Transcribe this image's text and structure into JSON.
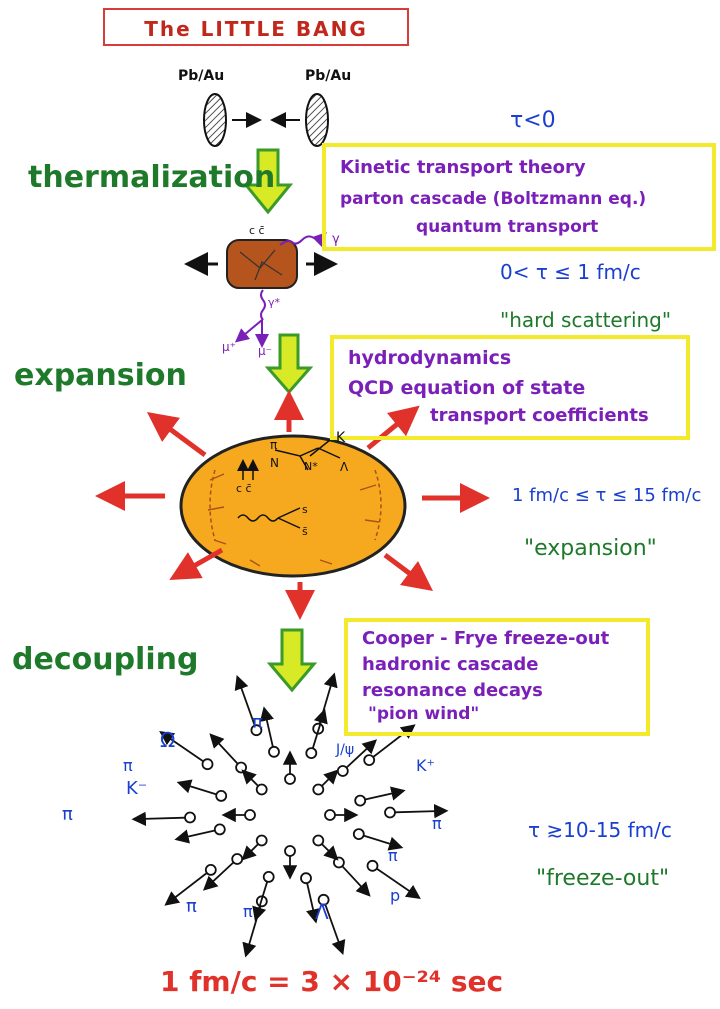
{
  "title": "The LITTLE BANG",
  "nuclei": {
    "left": "Pb/Au",
    "right": "Pb/Au"
  },
  "stages": {
    "thermalization": "thermalization",
    "expansion": "expansion",
    "decoupling": "decoupling"
  },
  "boxes": {
    "box1": [
      "Kinetic transport theory",
      "parton cascade (Boltzmann eq.)",
      "quantum transport"
    ],
    "box2": [
      "hydrodynamics",
      "QCD equation of state",
      "transport coefficients"
    ],
    "box3": [
      "Cooper - Frye freeze-out",
      "hadronic cascade",
      "resonance decays",
      "\"pion wind\""
    ]
  },
  "times": {
    "t1": "τ<0",
    "t2": "0< τ ≤ 1 fm/c",
    "t3": "1 fm/c ≤ τ ≤ 15 fm/c",
    "t4": "τ ≳10-15 fm/c"
  },
  "quotes": {
    "q1": "\"hard scattering\"",
    "q2": "\"expansion\"",
    "q3": "\"freeze-out\""
  },
  "fireball_labels": {
    "c_cbar_top": "c c̄",
    "gamma": "γ",
    "gamma_star": "γ*",
    "mu_plus": "μ⁺",
    "mu_minus": "μ⁻",
    "pi": "π",
    "K": "K",
    "N": "N",
    "N_star": "N*",
    "Lambda": "Λ",
    "c_cbar": "c c̄",
    "s": "s",
    "s_bar": "s̄"
  },
  "particles": {
    "omega": "Ω",
    "pi_top": "π",
    "jpsi": "J/ψ",
    "k_plus": "K⁺",
    "pi_left1": "π",
    "k_minus": "K⁻",
    "pi_left2": "π",
    "pi_right1": "π",
    "pi_right2": "π",
    "pi_bottom1": "π",
    "pi_bottom2": "π",
    "lambda_bar": "Λ̄",
    "p": "p"
  },
  "footer": "1 fm/c  =  3 × 10⁻²⁴ sec",
  "colors": {
    "green": "#1e7a2a",
    "blue": "#1a3fcf",
    "purple": "#7a1fb8",
    "red": "#e0312a",
    "yellow": "#f2ea2a",
    "orange": "#f6a21c",
    "brown": "#a8521a"
  }
}
